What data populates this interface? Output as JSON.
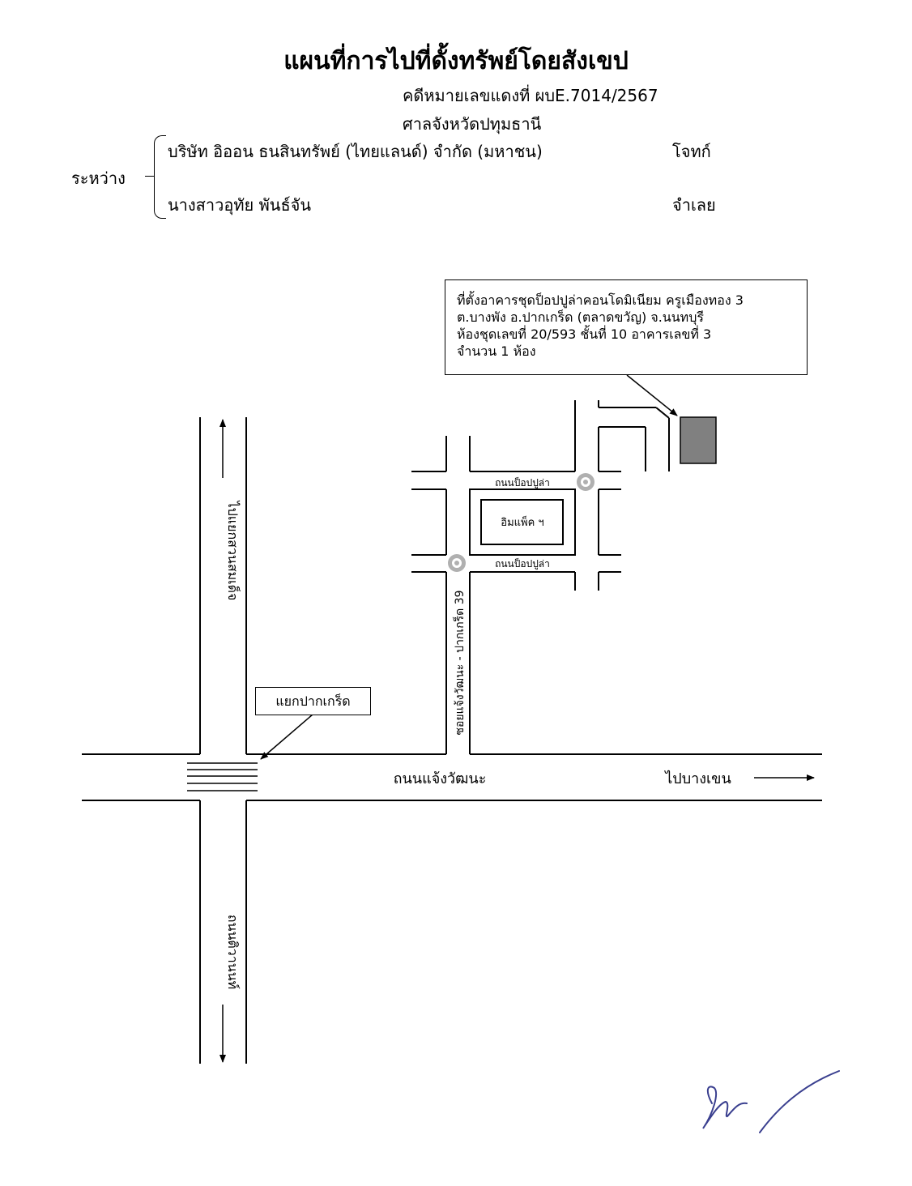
{
  "document": {
    "title": "แผนที่การไปที่ดั้งทรัพย์โดยสังเขป",
    "case_number": "คดีหมายเลขแดงที่ ผบE.7014/2567",
    "court": "ศาลจังหวัดปทุมธานี",
    "between_label": "ระหว่าง",
    "plaintiff_name": "บริษัท อิออน ธนสินทรัพย์ (ไทยแลนด์) จำกัด (มหาชน)",
    "plaintiff_role": "โจทก์",
    "defendant_name": "นางสาวอุทัย พันธ์จัน",
    "defendant_role": "จำเลย"
  },
  "map": {
    "location_callout": {
      "line1": "ที่ตั้งอาคารชุดป็อปปูล่าคอนโดมิเนียม ครูเมืองทอง 3",
      "line2": "ต.บางพัง อ.ปากเกร็ด (ตลาดขวัญ) จ.นนทบุรี",
      "line3": "ห้องชุดเลขที่ 20/593 ชั้นที่ 10 อาคารเลขที่ 3",
      "line4": "จำนวน 1 ห้อง"
    },
    "junction_callout": "แยกปากเกร็ด",
    "labels": {
      "to_suan_somdet": "ไปแยกสวนสมเด็จ",
      "tiwanon_road": "ถนนติวานนท์",
      "chaeng_watthana_road": "ถนนแจ้งวัฒนะ",
      "to_bang_khen": "ไปบางเขน",
      "soi": "ซอยแจ้งวัฒนะ - ปากเกร็ด 39",
      "popular_road_top": "ถนนป็อปปูล่า",
      "popular_road_bottom": "ถนนป็อปปูล่า",
      "impact": "อิมแพ็ค ฯ"
    },
    "colors": {
      "building": "#808080",
      "roundabout": "#b0b0b0"
    }
  }
}
